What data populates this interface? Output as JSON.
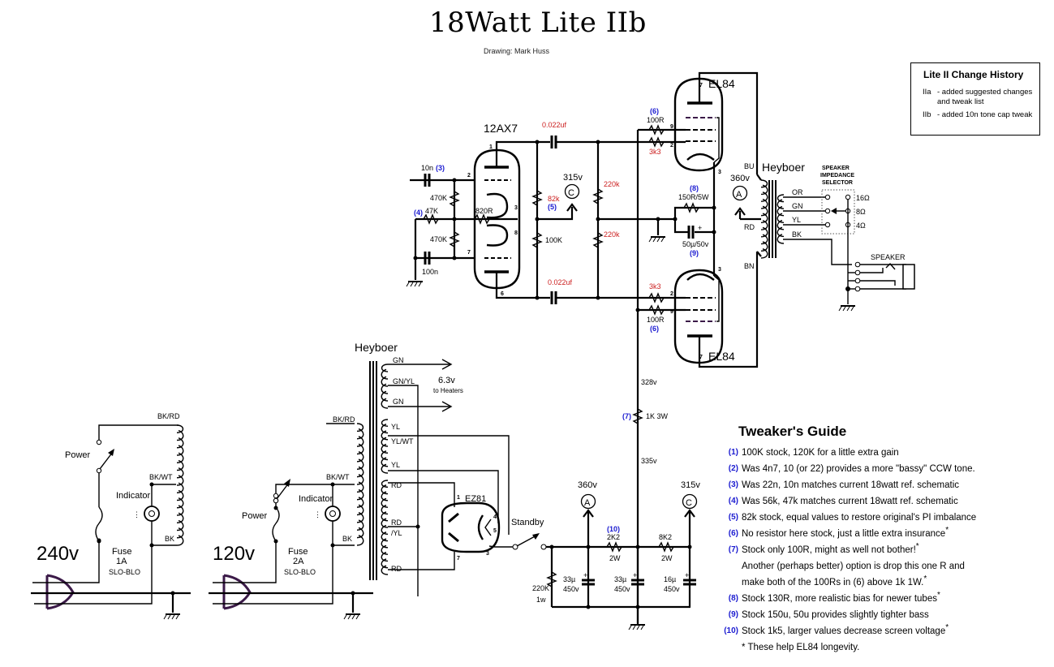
{
  "header": {
    "title": "18Watt Lite IIb",
    "credit": "Drawing: Mark Huss"
  },
  "history": {
    "heading": "Lite II Change History",
    "entries": [
      {
        "key": "IIa",
        "text": "- added suggested changes and tweak list"
      },
      {
        "key": "IIb",
        "text": "- added 10n tone cap tweak"
      }
    ]
  },
  "guide": {
    "heading": "Tweaker's Guide",
    "items": [
      {
        "num": "(1)",
        "text": "100K stock, 120K for a little extra gain",
        "star": ""
      },
      {
        "num": "(2)",
        "text": "Was 4n7, 10 (or 22) provides a more \"bassy\" CCW tone.",
        "star": ""
      },
      {
        "num": "(3)",
        "text": "Was 22n, 10n matches current 18watt ref. schematic",
        "star": ""
      },
      {
        "num": "(4)",
        "text": "Was 56k, 47k matches current 18watt ref. schematic",
        "star": ""
      },
      {
        "num": "(5)",
        "text": "82k stock, equal values to restore original's PI imbalance",
        "star": ""
      },
      {
        "num": "(6)",
        "text": "No resistor here stock, just a little extra insurance",
        "star": "*"
      },
      {
        "num": "(7)",
        "text": "Stock only 100R, might as well not bother!",
        "star": "*"
      },
      {
        "num": "",
        "text": "Another (perhaps better) option is drop this one R and",
        "star": ""
      },
      {
        "num": "",
        "text": "make both of the 100Rs in (6) above 1k 1W.",
        "star": "*"
      },
      {
        "num": "(8)",
        "text": "Stock 130R, more realistic bias for newer tubes",
        "star": "*"
      },
      {
        "num": "(9)",
        "text": "Stock 150u, 50u provides slightly tighter bass",
        "star": ""
      },
      {
        "num": "(10)",
        "text": "Stock 1k5, larger values decrease screen voltage",
        "star": "*"
      },
      {
        "num": "",
        "text": "* These help EL84 longevity.",
        "star": ""
      }
    ]
  },
  "colors": {
    "value_red": "#cc2020",
    "note_blue": "#1a1ad0",
    "plug_purple": "#3b1a48"
  },
  "schematic": {
    "preamp": {
      "tube": "12AX7",
      "pins": {
        "p1": "1",
        "p2": "2",
        "p3": "3",
        "p6": "6",
        "p7": "7",
        "p8": "8"
      },
      "cap_in": "10n",
      "cap_in_note": "(3)",
      "r_grid_top": "470K",
      "r_grid_bot": "470K",
      "r_input": "47K",
      "r_input_note": "(4)",
      "r_cathode": "820R",
      "cap_bot": "100n",
      "r_plate_top": "82k",
      "r_plate_top_note": "(5)",
      "r_plate_bot": "100K",
      "coupling_top": "0.022uf",
      "coupling_bot": "0.022uf",
      "r_grid_leak_top": "220k",
      "r_grid_leak_bot": "220k",
      "node_c_voltage": "315v",
      "node_c_label": "C"
    },
    "power_amp": {
      "tube_top": "EL84",
      "tube_bot": "EL84",
      "pins": {
        "p7": "7",
        "p9": "9",
        "p2": "2",
        "p3": "3"
      },
      "r_screen_top": "100R",
      "r_screen_top_note": "(6)",
      "r_grid_top": "3k3",
      "r_grid_bot": "3k3",
      "r_screen_bot": "100R",
      "r_screen_bot_note": "(6)",
      "r_bias": "150R/5W",
      "r_bias_note": "(8)",
      "c_bias": "50µ/50v",
      "c_bias_note": "(9)",
      "c_bias_plus": "+"
    },
    "output_transformer": {
      "name": "Heyboer",
      "node_a_voltage": "360v",
      "node_a_label": "A",
      "primary": [
        "BU",
        "RD",
        "BN"
      ],
      "secondary": [
        "OR",
        "GN",
        "YL",
        "BK"
      ],
      "selector_title": [
        "SPEAKER",
        "IMPEDANCE",
        "SELECTOR"
      ],
      "taps": [
        "16Ω",
        "8Ω",
        "4Ω"
      ],
      "speaker_label": "SPEAKER"
    },
    "power_transformer": {
      "name": "Heyboer",
      "secondary": [
        "GN",
        "GN/YL",
        "GN",
        "YL",
        "YL/WT",
        "YL",
        "RD",
        "RD",
        "/YL",
        "RD"
      ],
      "heater_voltage": "6.3v",
      "heater_note": "to Heaters",
      "rectifier": "EZ81",
      "rect_pins": {
        "p1": "1",
        "p3": "3",
        "p4": "4",
        "p5": "5",
        "p7": "7"
      },
      "standby_label": "Standby"
    },
    "supply": {
      "voltage_b1": "328v",
      "r_drop": "1K 3W",
      "r_drop_note": "(7)",
      "voltage_b2": "335v",
      "node_a_voltage": "360v",
      "node_a_label": "A",
      "node_c_voltage": "315v",
      "node_c_label": "C",
      "r_screen": "2K2",
      "r_screen_w": "2W",
      "r_screen_note": "(10)",
      "r_pre": "8K2",
      "r_pre_w": "2W",
      "r_bleed": "220K",
      "r_bleed_w": "1w",
      "caps": [
        {
          "value": "33µ",
          "volt": "450v"
        },
        {
          "value": "33µ",
          "volt": "450v"
        },
        {
          "value": "16µ",
          "volt": "450v"
        }
      ]
    },
    "mains_240": {
      "voltage": "240v",
      "switch_label": "Power",
      "indicator_label": "Indicator",
      "fuse_label": "Fuse",
      "fuse_rating": "1A",
      "fuse_type": "SLO-BLO",
      "taps": [
        "BK/RD",
        "BK/WT",
        "BK"
      ]
    },
    "mains_120": {
      "voltage": "120v",
      "switch_label": "Power",
      "indicator_label": "Indicator",
      "fuse_label": "Fuse",
      "fuse_rating": "2A",
      "fuse_type": "SLO-BLO",
      "taps": [
        "BK/RD",
        "BK/WT",
        "BK"
      ]
    }
  }
}
